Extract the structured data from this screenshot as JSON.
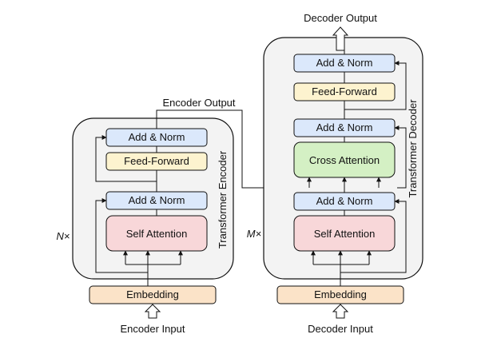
{
  "encoder": {
    "side_label": "Transformer Encoder",
    "repeat_label": "N×",
    "add_norm_top": "Add & Norm",
    "feed_forward": "Feed-Forward",
    "add_norm_bottom": "Add & Norm",
    "self_attention": "Self Attention",
    "embedding": "Embedding",
    "input_label": "Encoder Input",
    "output_label": "Encoder Output"
  },
  "decoder": {
    "side_label": "Transformer Decoder",
    "repeat_label": "M×",
    "add_norm_top": "Add & Norm",
    "feed_forward": "Feed-Forward",
    "add_norm_middle": "Add & Norm",
    "cross_attention": "Cross Attention",
    "add_norm_bottom": "Add & Norm",
    "self_attention": "Self Attention",
    "embedding": "Embedding",
    "input_label": "Decoder Input",
    "output_label": "Decoder Output"
  },
  "colors": {
    "add_norm": "#dbe8fb",
    "feed_forward": "#fdf3cf",
    "attention": "#f8d7d9",
    "cross_attention": "#d4f0c4",
    "embedding": "#fbe3c8",
    "container": "#f3f3f3"
  }
}
